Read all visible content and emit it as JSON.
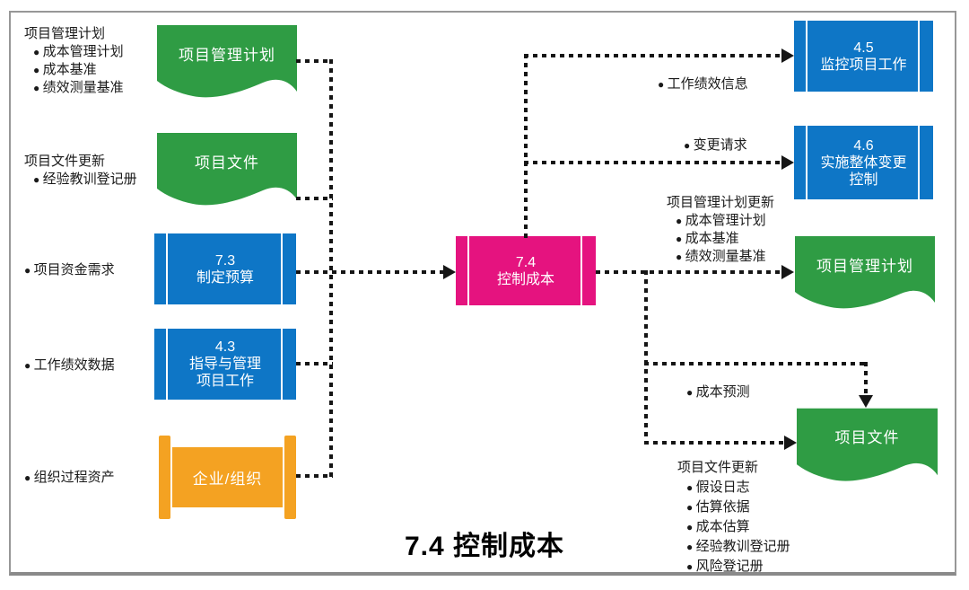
{
  "diagram_title": "7.4 控制成本",
  "colors": {
    "document_green": "#2f9c44",
    "process_blue": "#0e76c6",
    "process_pink": "#e5137f",
    "scroll_orange": "#f4a222",
    "connector_black": "#151515",
    "border_gray": "#979797",
    "label_black": "#1a1a1a",
    "shape_text_white": "#ffffff"
  },
  "center_process": {
    "id": "7.4",
    "name": "控制成本"
  },
  "inputs": {
    "groups": [
      {
        "heading": "项目管理计划",
        "bullets": [
          "成本管理计划",
          "成本基准",
          "绩效测量基准"
        ]
      },
      {
        "heading": "项目文件更新",
        "bullets": [
          "经验教训登记册"
        ]
      },
      {
        "heading": "",
        "bullets": [
          "项目资金需求"
        ]
      },
      {
        "heading": "",
        "bullets": [
          "工作绩效数据"
        ]
      },
      {
        "heading": "",
        "bullets": [
          "组织过程资产"
        ]
      }
    ],
    "shapes": [
      {
        "type": "document",
        "label": "项目管理计划"
      },
      {
        "type": "document",
        "label": "项目文件"
      },
      {
        "type": "process",
        "id": "7.3",
        "lines": [
          "制定预算"
        ]
      },
      {
        "type": "process",
        "id": "4.3",
        "lines": [
          "指导与管理",
          "项目工作"
        ]
      },
      {
        "type": "scroll",
        "label": "企业/组织"
      }
    ]
  },
  "outputs": {
    "shapes": [
      {
        "type": "process",
        "id": "4.5",
        "lines": [
          "监控项目工作"
        ]
      },
      {
        "type": "process",
        "id": "4.6",
        "lines": [
          "实施整体变更",
          "控制"
        ]
      },
      {
        "type": "document",
        "label": "项目管理计划"
      },
      {
        "type": "document",
        "label": "项目文件"
      }
    ],
    "labels": [
      {
        "heading": "",
        "bullets": [
          "工作绩效信息"
        ]
      },
      {
        "heading": "",
        "bullets": [
          "变更请求"
        ]
      },
      {
        "heading": "项目管理计划更新",
        "bullets": [
          "成本管理计划",
          "成本基准",
          "绩效测量基准"
        ]
      },
      {
        "heading": "",
        "bullets": [
          "成本预测"
        ]
      },
      {
        "heading": "项目文件更新",
        "bullets": [
          "假设日志",
          "估算依据",
          "成本估算",
          "经验教训登记册",
          "风险登记册"
        ]
      }
    ]
  }
}
